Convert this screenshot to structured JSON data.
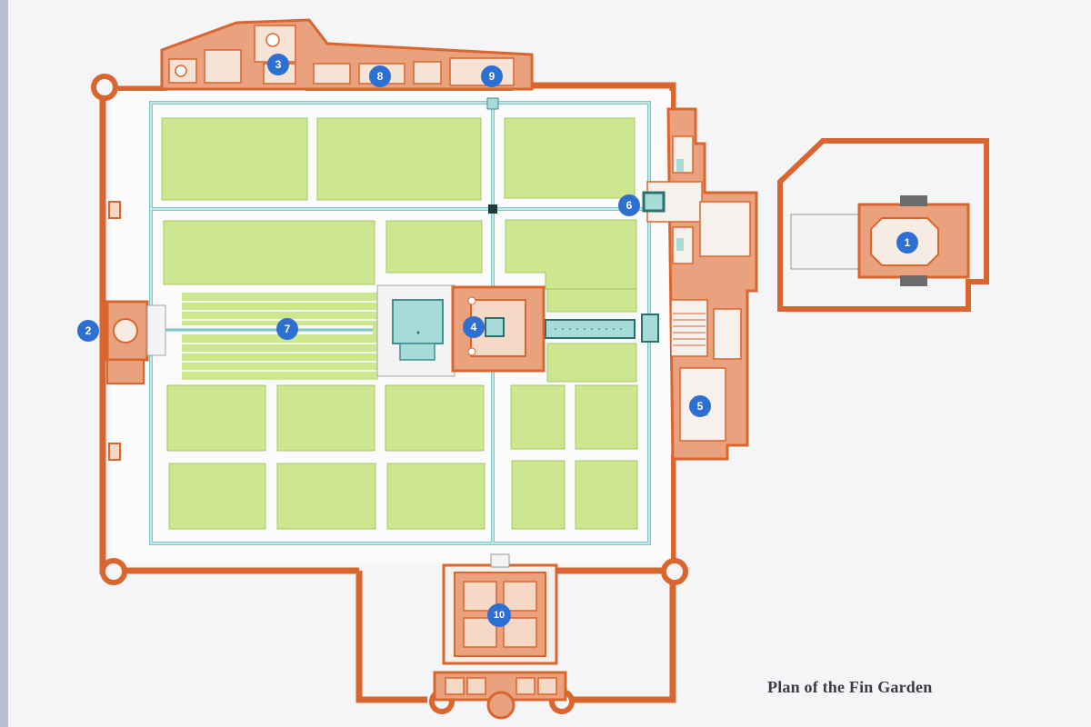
{
  "caption": "Plan of the Fin Garden",
  "markers": [
    "1",
    "2",
    "3",
    "4",
    "5",
    "6",
    "7",
    "8",
    "9",
    "10"
  ],
  "colors": {
    "wall": "#d9652f",
    "room_fill": "#e9a27d",
    "lawn": "#cce78e",
    "water": "#a6dbd7",
    "marker": "#2e6fd2",
    "background": "#f4f4f6"
  }
}
